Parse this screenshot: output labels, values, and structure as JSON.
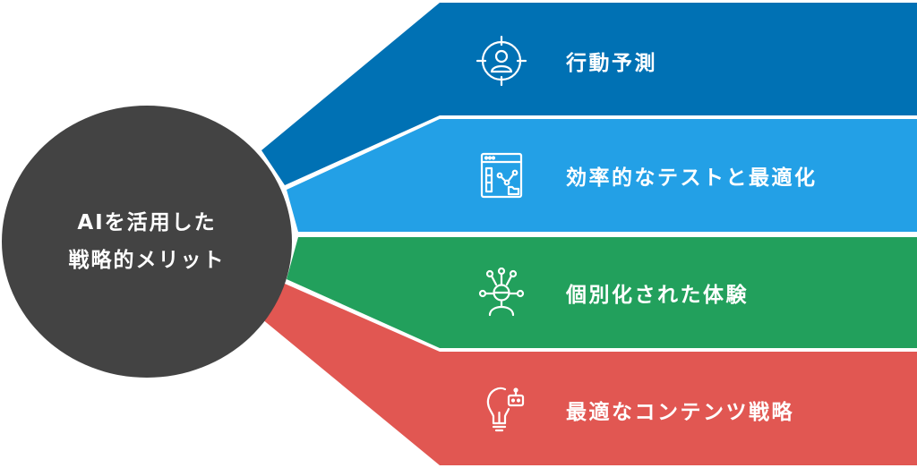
{
  "hub": {
    "line1": "AIを活用した",
    "line2": "戦略的メリット"
  },
  "items": [
    {
      "label": "行動予測",
      "icon": "target-user-icon",
      "color": "#0071b4"
    },
    {
      "label": "効率的なテストと最適化",
      "icon": "browser-analytics-icon",
      "color": "#23a0e6"
    },
    {
      "label": "個別化された体験",
      "icon": "connected-person-icon",
      "color": "#22a05c"
    },
    {
      "label": "最適なコンテンツ戦略",
      "icon": "lightbulb-robot-icon",
      "color": "#e15752"
    }
  ]
}
